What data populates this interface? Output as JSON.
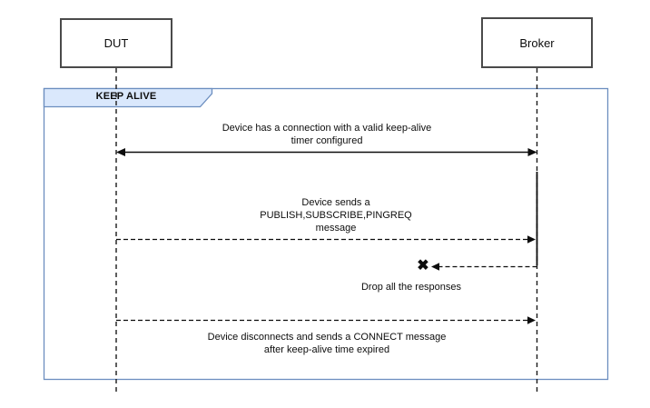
{
  "diagram": {
    "type": "sequence-diagram",
    "frame_label": "KEEP ALIVE",
    "participants": [
      {
        "name": "DUT"
      },
      {
        "name": "Broker"
      }
    ],
    "messages": [
      {
        "label": "Device has a connection with a valid keep-alive\ntimer configured",
        "from": "DUT",
        "to": "Broker",
        "line_style": "solid",
        "direction": "bidirectional"
      },
      {
        "label": "Device sends a\nPUBLISH,SUBSCRIBE,PINGREQ\nmessage",
        "from": "DUT",
        "to": "Broker",
        "line_style": "dashed",
        "direction": "right"
      },
      {
        "label": "Drop all the responses",
        "from": "Broker",
        "to": "DUT",
        "line_style": "dashed",
        "direction": "left",
        "drop_mark": "✖"
      },
      {
        "label": "Device disconnects and sends a CONNECT message\nafter keep-alive time expired",
        "from": "DUT",
        "to": "Broker",
        "line_style": "dashed",
        "direction": "right"
      }
    ],
    "colors": {
      "frame_border": "#6c8ebf",
      "frame_tab_fill": "#dae8fc",
      "participant_border": "#4a4a4a",
      "line": "#0d0d0d"
    }
  }
}
